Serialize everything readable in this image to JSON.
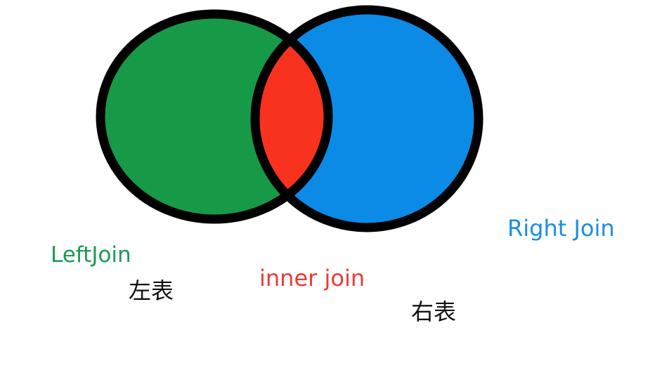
{
  "diagram": {
    "type": "venn",
    "left_set": {
      "color": "#179a48",
      "label": "LeftJoin",
      "sublabel": "左表",
      "label_color": "#1f9a55"
    },
    "right_set": {
      "color": "#0b8be6",
      "label": "Right Join",
      "sublabel": "右表",
      "label_color": "#1b8ee0"
    },
    "intersection": {
      "color": "#f8321f",
      "label": "inner join",
      "label_color": "#ea3b35"
    },
    "outline_color": "#000000"
  }
}
